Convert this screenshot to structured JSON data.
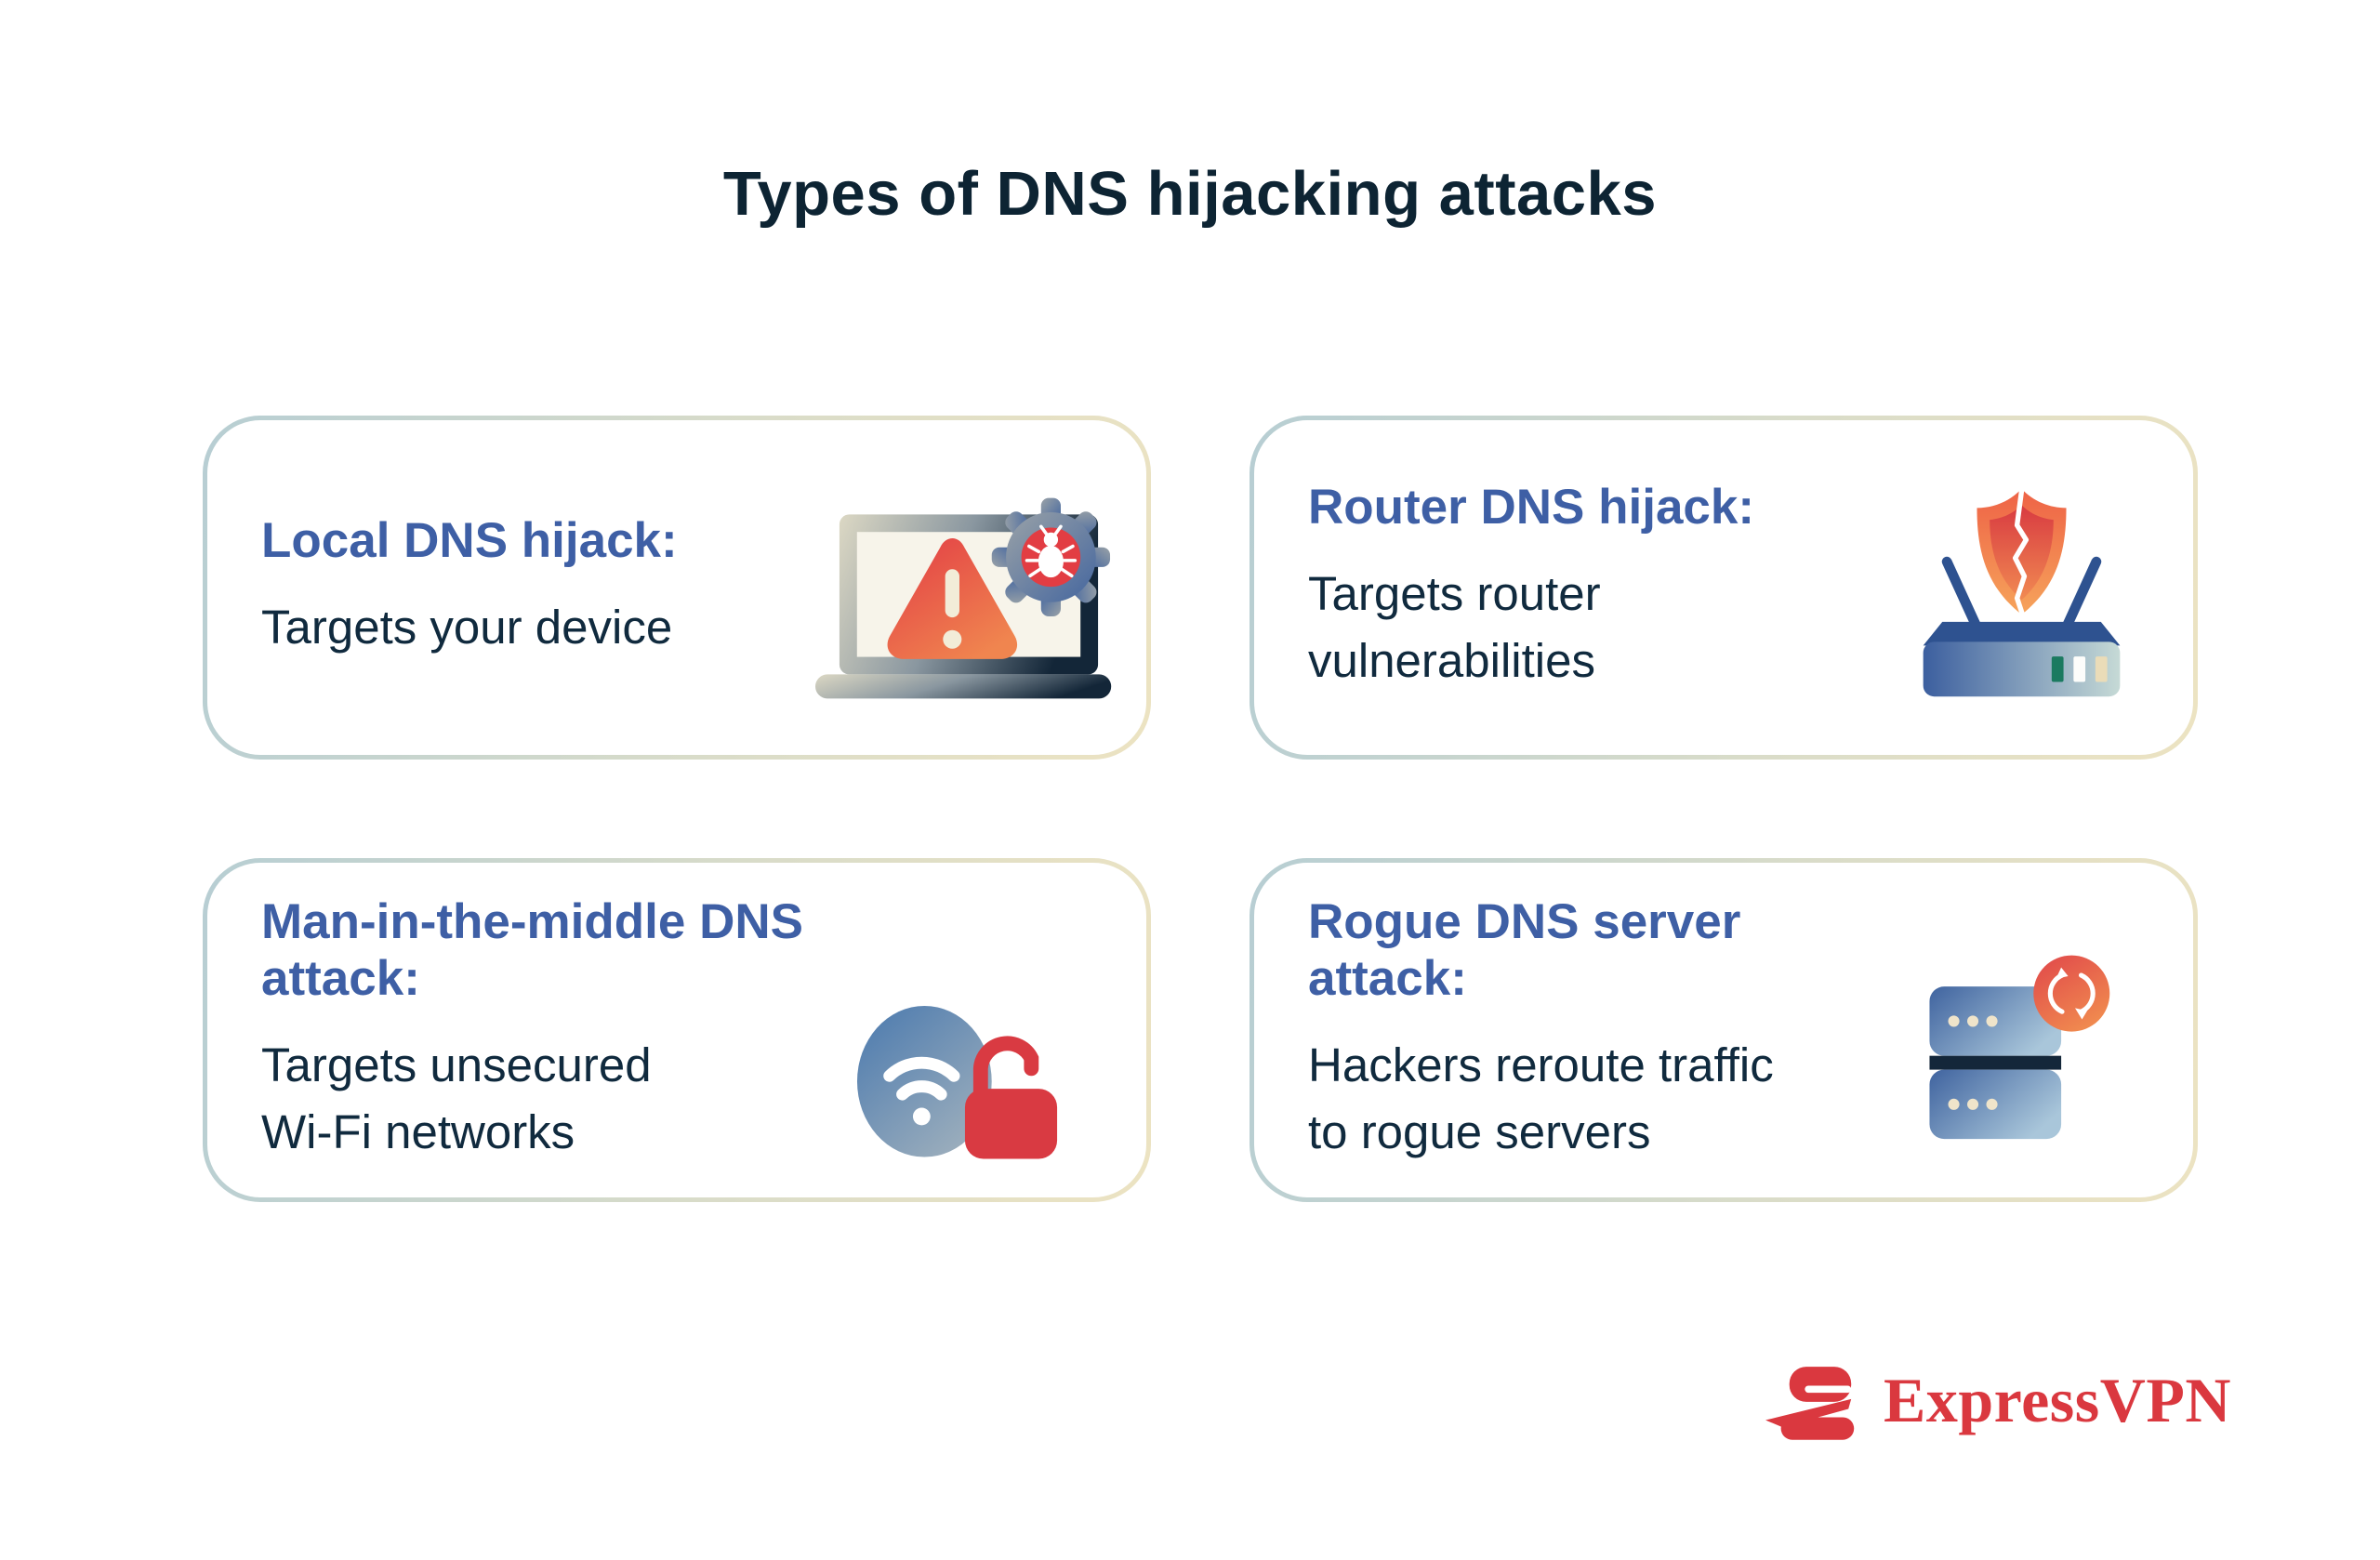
{
  "title": "Types of DNS hijacking attacks",
  "cards": [
    {
      "heading": "Local DNS hijack:",
      "body": "Targets your device",
      "icon": "laptop-malware-icon"
    },
    {
      "heading": "Router DNS hijack:",
      "body": "Targets router\nvulnerabilities",
      "icon": "router-shield-broken-icon"
    },
    {
      "heading": "Man-in-the-middle DNS attack:",
      "body": "Targets unsecured\nWi-Fi networks",
      "icon": "wifi-unlocked-icon"
    },
    {
      "heading": "Rogue DNS server attack:",
      "body": "Hackers reroute traffic\nto rogue servers",
      "icon": "server-reroute-icon"
    }
  ],
  "logo": {
    "brand": "ExpressVPN"
  },
  "colors": {
    "title_navy": "#0d2433",
    "heading_blue": "#3e5fa5",
    "text_navy": "#102a3e",
    "logo_red": "#da383f",
    "card_border_start": "#b7ced3",
    "card_border_end": "#ece3c2",
    "alert_red": "#e23d43",
    "alert_orange": "#f0854f",
    "router_blue": "#2e5290",
    "lock_red": "#d93a42"
  }
}
